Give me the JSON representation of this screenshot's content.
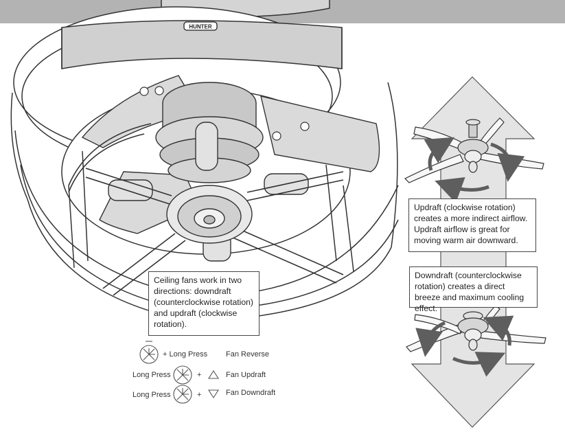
{
  "brand": {
    "logo_text": "HUNTER"
  },
  "callouts": {
    "main": "Ceiling fans work in two directions: downdraft (counterclockwise rotation) and updraft (clockwise rotation).",
    "updraft": "Updraft (clockwise rotation) creates a more indirect airflow. Updraft airflow is great for moving warm air downward.",
    "downdraft": "Downdraft (counterclockwise rotation) creates a direct breeze and maximum cooling effect."
  },
  "controls": [
    {
      "prefix": "",
      "mid": "+ Long Press",
      "action": "Fan Reverse"
    },
    {
      "prefix": "Long Press",
      "mid": "+",
      "arrow": "up",
      "action": "Fan Updraft"
    },
    {
      "prefix": "Long Press",
      "mid": "+",
      "arrow": "down",
      "action": "Fan Downdraft"
    }
  ],
  "icons": {
    "fan_button": "fan-icon",
    "arrow_up": "triangle-up-icon",
    "arrow_down": "triangle-down-icon",
    "rotation": "rotation-arrow-icon"
  },
  "colors": {
    "top_band": "#b3b3b3",
    "arrow_fill": "#e4e4e4",
    "rotation_arrow": "#5e5e5e",
    "line": "#333333"
  }
}
